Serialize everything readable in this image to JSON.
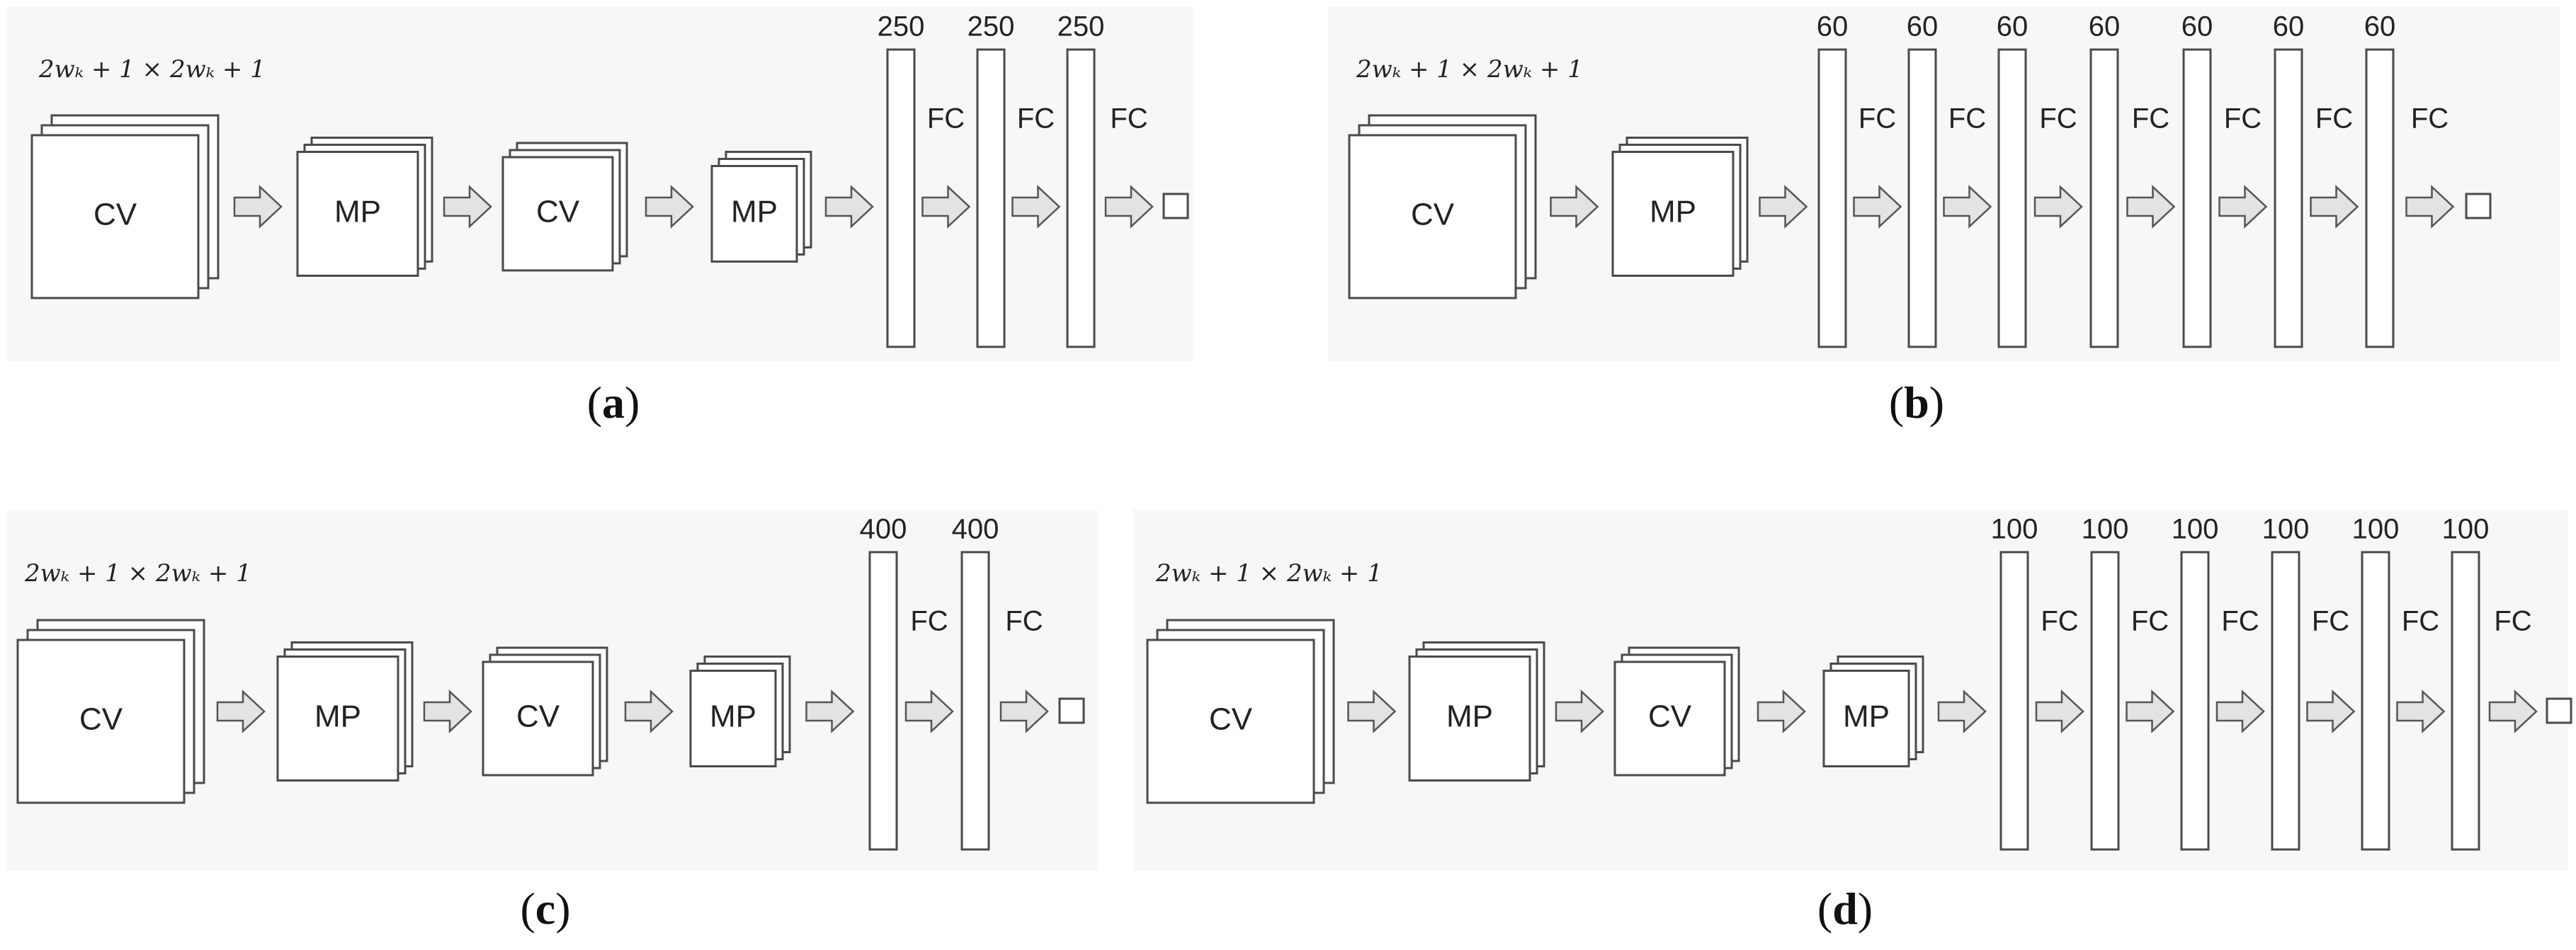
{
  "input_dims": "2wₖ + 1 × 2wₖ + 1",
  "layer_labels": {
    "conv": "CV",
    "pool": "MP",
    "fc": "FC"
  },
  "panels": [
    {
      "id": "a",
      "caption_open": "(",
      "caption_letter": "a",
      "caption_close": ")",
      "conv_pool_blocks": [
        "CV",
        "MP",
        "CV",
        "MP"
      ],
      "fc_sizes": [
        "250",
        "250",
        "250"
      ],
      "fc_labels": [
        "FC",
        "FC",
        "FC"
      ]
    },
    {
      "id": "b",
      "caption_open": "(",
      "caption_letter": "b",
      "caption_close": ")",
      "conv_pool_blocks": [
        "CV",
        "MP"
      ],
      "fc_sizes": [
        "60",
        "60",
        "60",
        "60",
        "60",
        "60",
        "60"
      ],
      "fc_labels": [
        "FC",
        "FC",
        "FC",
        "FC",
        "FC",
        "FC",
        "FC"
      ]
    },
    {
      "id": "c",
      "caption_open": "(",
      "caption_letter": "c",
      "caption_close": ")",
      "conv_pool_blocks": [
        "CV",
        "MP",
        "CV",
        "MP"
      ],
      "fc_sizes": [
        "400",
        "400"
      ],
      "fc_labels": [
        "FC",
        "FC"
      ]
    },
    {
      "id": "d",
      "caption_open": "(",
      "caption_letter": "d",
      "caption_close": ")",
      "conv_pool_blocks": [
        "CV",
        "MP",
        "CV",
        "MP"
      ],
      "fc_sizes": [
        "100",
        "100",
        "100",
        "100",
        "100",
        "100"
      ],
      "fc_labels": [
        "FC",
        "FC",
        "FC",
        "FC",
        "FC",
        "FC"
      ]
    }
  ]
}
